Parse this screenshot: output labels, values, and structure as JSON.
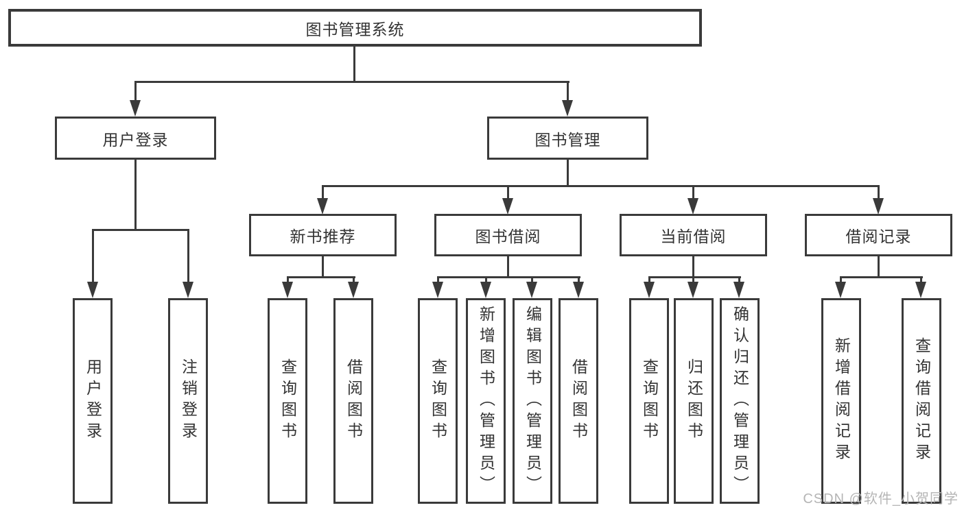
{
  "diagram": {
    "type": "tree",
    "root": {
      "label": "图书管理系统"
    },
    "branches": [
      {
        "label": "用户登录",
        "children": [
          {
            "label": "用户登录"
          },
          {
            "label": "注销登录"
          }
        ]
      },
      {
        "label": "图书管理",
        "children": [
          {
            "label": "新书推荐",
            "children": [
              {
                "label": "查询图书"
              },
              {
                "label": "借阅图书"
              }
            ]
          },
          {
            "label": "图书借阅",
            "children": [
              {
                "label": "查询图书"
              },
              {
                "label": "新增图书（管理员）"
              },
              {
                "label": "编辑图书（管理员）"
              },
              {
                "label": "借阅图书"
              }
            ]
          },
          {
            "label": "当前借阅",
            "children": [
              {
                "label": "查询图书"
              },
              {
                "label": "归还图书"
              },
              {
                "label": "确认归还（管理员）"
              }
            ]
          },
          {
            "label": "借阅记录",
            "children": [
              {
                "label": "新增借阅记录"
              },
              {
                "label": "查询借阅记录"
              }
            ]
          }
        ]
      }
    ]
  },
  "watermark": {
    "text": "CSDN @软件_小贺同学"
  },
  "colors": {
    "line": "#3a3a3a",
    "text": "#333333",
    "watermark": "#b5b5b5",
    "background": "#ffffff"
  }
}
